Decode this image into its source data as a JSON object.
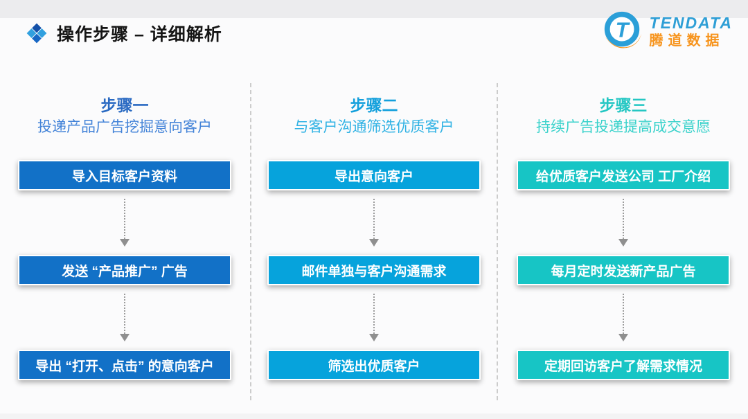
{
  "page": {
    "title": "操作步骤 – 详细解析"
  },
  "logo": {
    "brand": "TENDATA",
    "brand_cn": "腾道数据"
  },
  "colors": {
    "step1_box": "#1271c7",
    "step1_title": "#2a6ac2",
    "step1_subtitle": "#4383d8",
    "step2_box": "#06a3dc",
    "step2_title": "#14a0dc",
    "step2_subtitle": "#30b2e4",
    "step3_box": "#17c5c5",
    "step3_title": "#25c7c3",
    "step3_subtitle": "#3ad2cb",
    "box_text": "#ffffff",
    "logo_blue": "#2b9fd8",
    "logo_orange": "#f7941d"
  },
  "columns": [
    {
      "title": "步骤一",
      "subtitle": "投递产品广告挖掘意向客户",
      "boxes": [
        "导入目标客户资料",
        "发送 “产品推广” 广告",
        "导出 “打开、点击” 的意向客户"
      ]
    },
    {
      "title": "步骤二",
      "subtitle": "与客户沟通筛选优质客户",
      "boxes": [
        "导出意向客户",
        "邮件单独与客户沟通需求",
        "筛选出优质客户"
      ]
    },
    {
      "title": "步骤三",
      "subtitle": "持续广告投递提高成交意愿",
      "boxes": [
        "给优质客户发送公司 工厂介绍",
        "每月定时发送新产品广告",
        "定期回访客户了解需求情况"
      ]
    }
  ]
}
